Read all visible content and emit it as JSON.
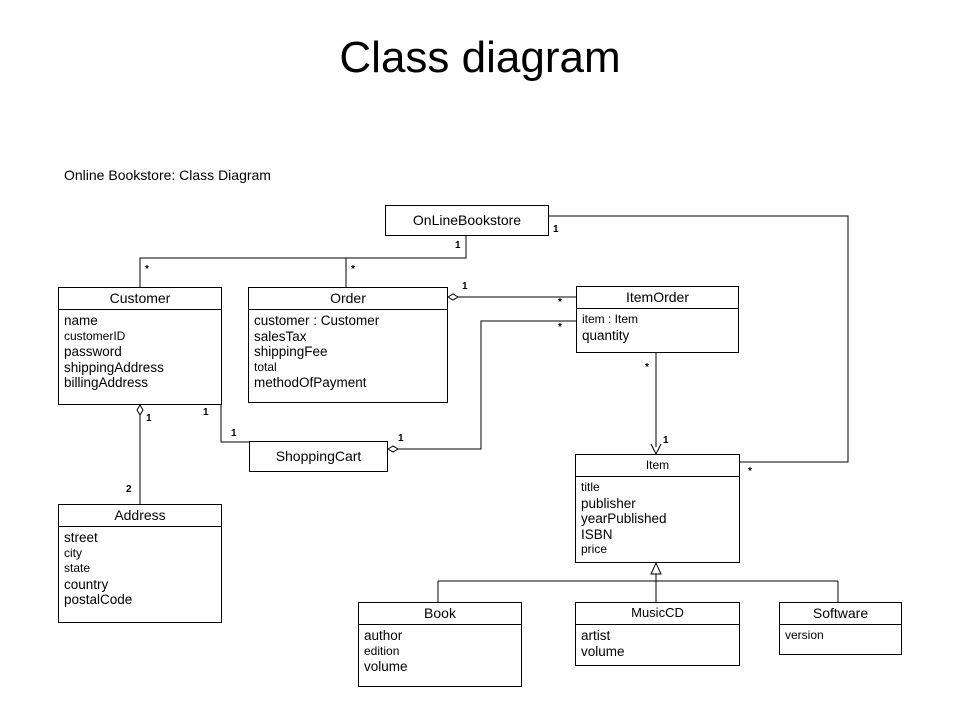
{
  "slide_title": "Class diagram",
  "diagram_caption": "Online Bookstore: Class Diagram",
  "classes": {
    "onlinebookstore": {
      "name": "OnLineBookstore",
      "attributes": []
    },
    "customer": {
      "name": "Customer",
      "attributes": [
        "name",
        "customerID",
        "password",
        "shippingAddress",
        "billingAddress"
      ]
    },
    "order": {
      "name": "Order",
      "attributes": [
        "customer : Customer",
        "salesTax",
        "shippingFee",
        "total",
        "methodOfPayment"
      ]
    },
    "itemorder": {
      "name": "ItemOrder",
      "attributes": [
        "item : Item",
        "quantity"
      ]
    },
    "shoppingcart": {
      "name": "ShoppingCart",
      "attributes": []
    },
    "address": {
      "name": "Address",
      "attributes": [
        "street",
        "city",
        "state",
        "country",
        "postalCode"
      ]
    },
    "item": {
      "name": "Item",
      "attributes": [
        "title",
        "publisher",
        "yearPublished",
        "ISBN",
        "price"
      ]
    },
    "book": {
      "name": "Book",
      "attributes": [
        "author",
        "edition",
        "volume"
      ]
    },
    "musiccd": {
      "name": "MusicCD",
      "attributes": [
        "artist",
        "volume"
      ]
    },
    "software": {
      "name": "Software",
      "attributes": [
        "version"
      ]
    }
  },
  "multiplicities": {
    "bookstore_customer_near_bookstore": "1",
    "bookstore_customer_near_customer": "*",
    "bookstore_order_near_order": "*",
    "bookstore_item_near_bookstore": "1",
    "bookstore_item_near_item": "*",
    "order_itemorder_near_order": "1",
    "order_itemorder_near_itemorder": "*",
    "cart_itemorder_near_itemorder": "*",
    "cart_itemorder_near_cart": "1",
    "customer_cart_near_customer": "1",
    "customer_cart_near_cart": "1",
    "customer_address_near_customer": "1",
    "customer_address_near_address": "2",
    "itemorder_item_near_itemorder": "*",
    "itemorder_item_near_item": "1"
  }
}
